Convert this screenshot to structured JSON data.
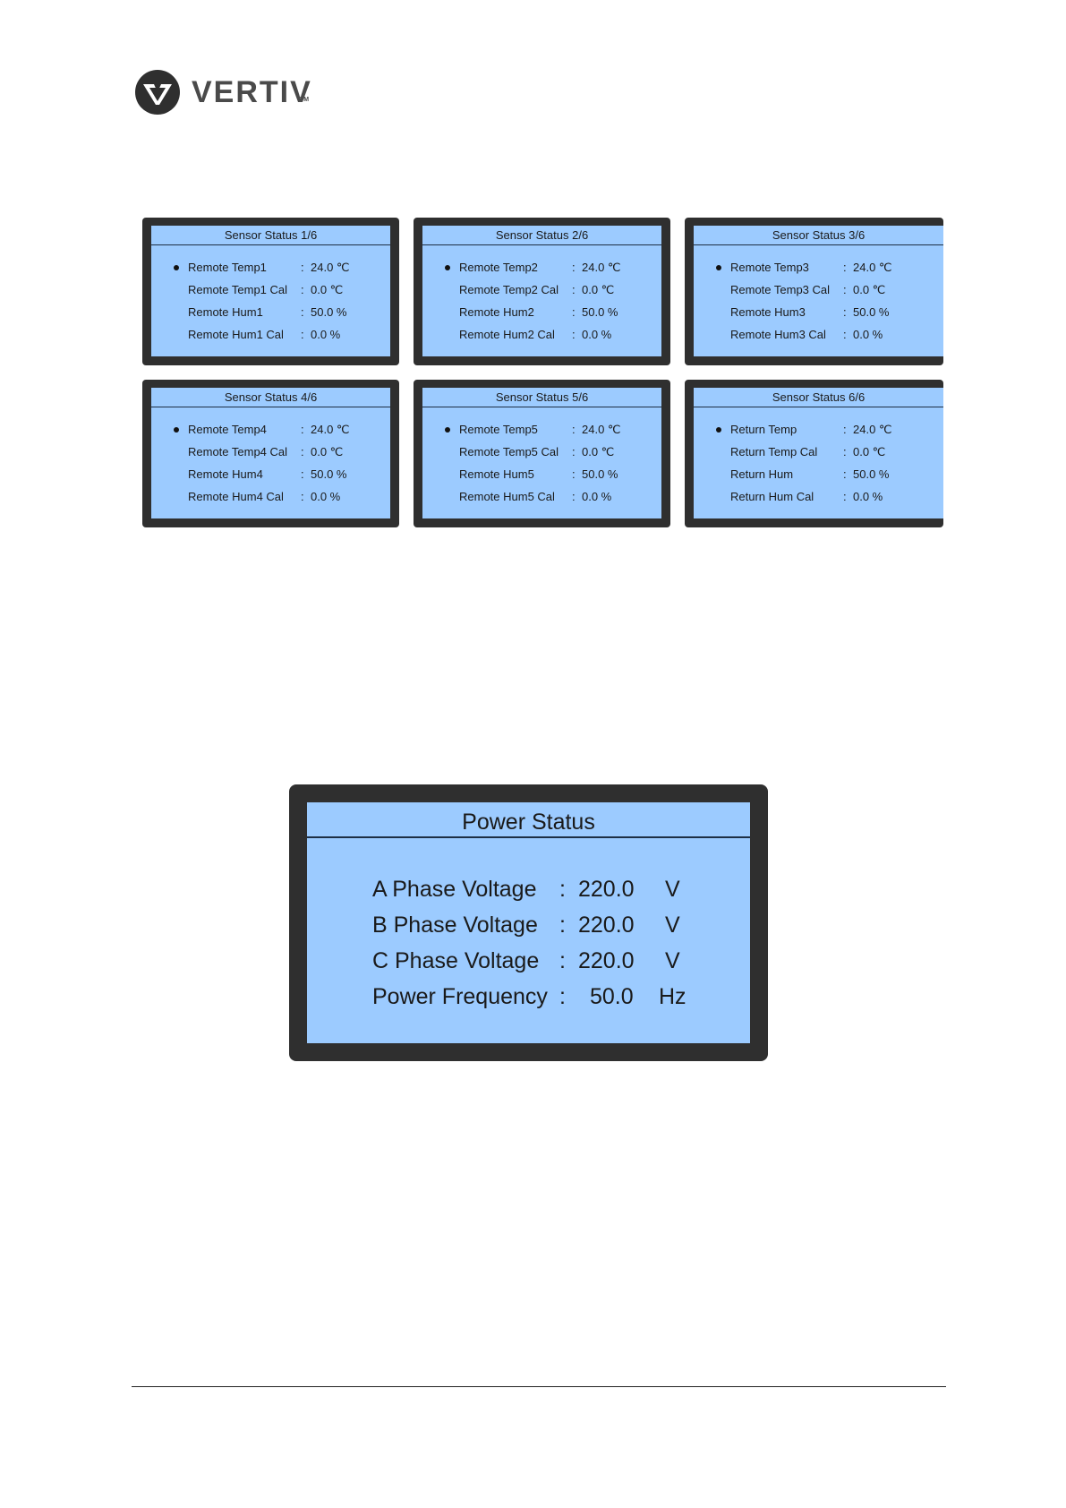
{
  "brand": {
    "name": "VERTIV",
    "tm": "TM",
    "colors": {
      "mark": "#2f2f2f",
      "lcd_bg": "#9ccbff",
      "bezel": "#2f2f2f"
    }
  },
  "sensor_panels": [
    {
      "title": "Sensor Status  1/6",
      "rows": [
        {
          "selected": true,
          "label": "Remote Temp1",
          "colon": ":",
          "value": "24.0 ℃"
        },
        {
          "selected": false,
          "label": "Remote Temp1 Cal",
          "colon": ":",
          "value": "0.0 ℃"
        },
        {
          "selected": false,
          "label": "Remote Hum1",
          "colon": ":",
          "value": "50.0 %"
        },
        {
          "selected": false,
          "label": "Remote Hum1 Cal",
          "colon": ":",
          "value": "0.0 %"
        }
      ]
    },
    {
      "title": "Sensor Status  2/6",
      "rows": [
        {
          "selected": true,
          "label": "Remote Temp2",
          "colon": ":",
          "value": "24.0 ℃"
        },
        {
          "selected": false,
          "label": "Remote Temp2 Cal",
          "colon": ":",
          "value": "0.0 ℃"
        },
        {
          "selected": false,
          "label": "Remote Hum2",
          "colon": ":",
          "value": "50.0 %"
        },
        {
          "selected": false,
          "label": "Remote Hum2 Cal",
          "colon": ":",
          "value": "0.0 %"
        }
      ]
    },
    {
      "title": "Sensor Status  3/6",
      "rows": [
        {
          "selected": true,
          "label": "Remote Temp3",
          "colon": ":",
          "value": "24.0 ℃"
        },
        {
          "selected": false,
          "label": "Remote Temp3 Cal",
          "colon": ":",
          "value": "0.0 ℃"
        },
        {
          "selected": false,
          "label": "Remote Hum3",
          "colon": ":",
          "value": "50.0 %"
        },
        {
          "selected": false,
          "label": "Remote Hum3 Cal",
          "colon": ":",
          "value": "0.0 %"
        }
      ]
    },
    {
      "title": "Sensor Status  4/6",
      "rows": [
        {
          "selected": true,
          "label": "Remote Temp4",
          "colon": ":",
          "value": "24.0 ℃"
        },
        {
          "selected": false,
          "label": "Remote Temp4 Cal",
          "colon": ":",
          "value": "0.0 ℃"
        },
        {
          "selected": false,
          "label": "Remote Hum4",
          "colon": ":",
          "value": "50.0 %"
        },
        {
          "selected": false,
          "label": "Remote Hum4 Cal",
          "colon": ":",
          "value": "0.0 %"
        }
      ]
    },
    {
      "title": "Sensor Status  5/6",
      "rows": [
        {
          "selected": true,
          "label": "Remote Temp5",
          "colon": ":",
          "value": "24.0 ℃"
        },
        {
          "selected": false,
          "label": "Remote Temp5 Cal",
          "colon": ":",
          "value": "0.0 ℃"
        },
        {
          "selected": false,
          "label": "Remote Hum5",
          "colon": ":",
          "value": "50.0 %"
        },
        {
          "selected": false,
          "label": "Remote Hum5 Cal",
          "colon": ":",
          "value": "0.0 %"
        }
      ]
    },
    {
      "title": "Sensor Status  6/6",
      "rows": [
        {
          "selected": true,
          "label": "Return Temp",
          "colon": ":",
          "value": "24.0 ℃"
        },
        {
          "selected": false,
          "label": "Return Temp Cal",
          "colon": ":",
          "value": "0.0 ℃"
        },
        {
          "selected": false,
          "label": "Return Hum",
          "colon": ":",
          "value": "50.0 %"
        },
        {
          "selected": false,
          "label": "Return Hum Cal",
          "colon": ":",
          "value": "0.0 %"
        }
      ]
    }
  ],
  "power_panel": {
    "title": "Power Status",
    "rows": [
      {
        "label": "A Phase Voltage",
        "colon": ":",
        "value": "220.0",
        "unit": "V"
      },
      {
        "label": "B Phase Voltage",
        "colon": ":",
        "value": "220.0",
        "unit": "V"
      },
      {
        "label": "C Phase Voltage",
        "colon": ":",
        "value": "220.0",
        "unit": "V"
      },
      {
        "label": "Power Frequency",
        "colon": ":",
        "value": "50.0",
        "unit": "Hz"
      }
    ]
  }
}
